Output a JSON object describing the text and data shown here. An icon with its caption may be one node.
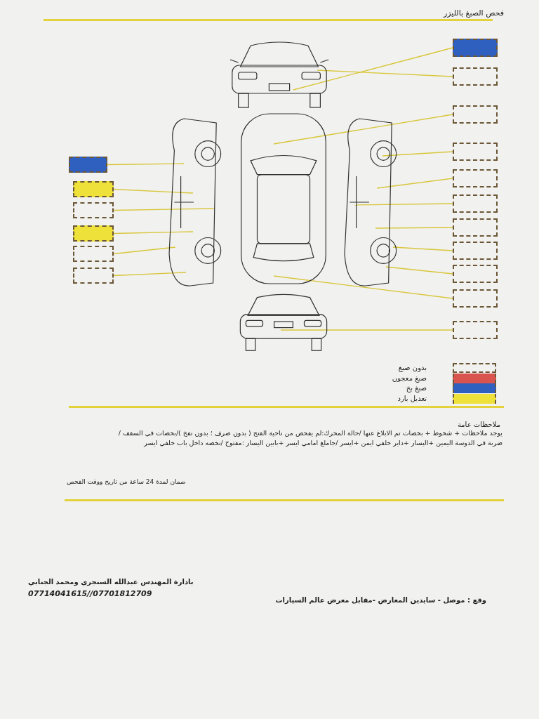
{
  "diagram": {
    "title": "فحص الصبغ بالليزر",
    "nodes": [
      {
        "text": [],
        "shape": "picture"
      },
      {
        "text": [],
        "shape": "picture"
      },
      {
        "text": [],
        "shape": "picture"
      },
      {
        "text": [],
        "shape": "picture"
      },
      {
        "text": [],
        "shape": "picture"
      },
      {
        "text": [],
        "shape": "box"
      },
      {
        "text": [],
        "shape": "box"
      },
      {
        "text": [],
        "shape": "box"
      },
      {
        "text": [],
        "shape": "box"
      },
      {
        "text": [],
        "shape": "box"
      },
      {
        "text": [],
        "shape": "box"
      },
      {
        "text": [],
        "shape": "box"
      },
      {
        "text": [],
        "shape": "box"
      },
      {
        "text": [],
        "shape": "box"
      },
      {
        "text": [],
        "shape": "box"
      },
      {
        "text": [],
        "shape": "box"
      },
      {
        "text": [],
        "shape": "box"
      },
      {
        "text": [],
        "shape": "box"
      },
      {
        "text": [],
        "shape": "box"
      },
      {
        "text": [],
        "shape": "box"
      },
      {
        "text": [],
        "shape": "box"
      },
      {
        "text": [],
        "shape": "box"
      }
    ],
    "edges": [
      {
        "from": 5,
        "to": 0,
        "arrow": "none"
      },
      {
        "from": 6,
        "to": 0,
        "arrow": "none"
      },
      {
        "from": 7,
        "to": 2,
        "arrow": "none"
      },
      {
        "from": 8,
        "to": 3,
        "arrow": "none"
      },
      {
        "from": 9,
        "to": 3,
        "arrow": "none"
      },
      {
        "from": 10,
        "to": 3,
        "arrow": "none"
      },
      {
        "from": 11,
        "to": 3,
        "arrow": "none"
      },
      {
        "from": 12,
        "to": 3,
        "arrow": "none"
      },
      {
        "from": 13,
        "to": 3,
        "arrow": "none"
      },
      {
        "from": 14,
        "to": 2,
        "arrow": "none"
      },
      {
        "from": 15,
        "to": 4,
        "arrow": "none"
      },
      {
        "from": 16,
        "to": 1,
        "arrow": "none"
      },
      {
        "from": 17,
        "to": 1,
        "arrow": "none"
      },
      {
        "from": 18,
        "to": 1,
        "arrow": "none"
      },
      {
        "from": 19,
        "to": 1,
        "arrow": "none"
      },
      {
        "from": 20,
        "to": 1,
        "arrow": "none"
      },
      {
        "from": 21,
        "to": 1,
        "arrow": "none"
      }
    ],
    "labels": [
      "ملاحظات عامة",
      "يوجد ملاحظات + شخوط + بخصات تم الابلاغ عنها /حالة المحرك:لم يفحص من ناحية الفتح ( بدون صرف ؛ بدون نفخ )/بخصات في السقف /ضربة في الدوسة اليمين +اليسار +داير خلفي ايمن +ايسر /جاملغ امامي ايسر +بابين اليسار :مفتوح /نخصه داخل باب خلفي ايسر",
      "ضمان لمدة 24 ساعة من تاريخ ووقت الفحص",
      "بادارة المهندس عبدالله السنجري ومحمد الجنابي",
      "07714041615//07701812709",
      "وقع : موصل - سايدين المعارض -مقابل معرض عالم السيارات"
    ],
    "legend": [
      {
        "text": "بدون صبغ"
      },
      {
        "text": "صبغ معجون",
        "color": "#d9534f"
      },
      {
        "text": "صبغ بخ",
        "color": "#2f5fbf"
      },
      {
        "text": "تعديل بارد",
        "color": "#eee23a"
      }
    ]
  }
}
